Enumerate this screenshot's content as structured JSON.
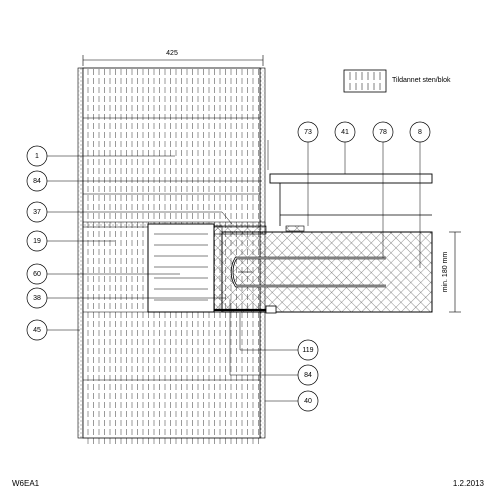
{
  "dimension": {
    "width_label": "425",
    "height_label": "min. 180 mm"
  },
  "legend": {
    "label": "Tildannet sten/blok"
  },
  "callouts": {
    "c1": "1",
    "c84a": "84",
    "c37": "37",
    "c19": "19",
    "c60": "60",
    "c38": "38",
    "c45": "45",
    "c73": "73",
    "c41": "41",
    "c78": "78",
    "c8": "8",
    "c119": "119",
    "c84b": "84",
    "c40": "40"
  },
  "footer": {
    "code": "W6EA1",
    "date": "1.2.2013"
  }
}
